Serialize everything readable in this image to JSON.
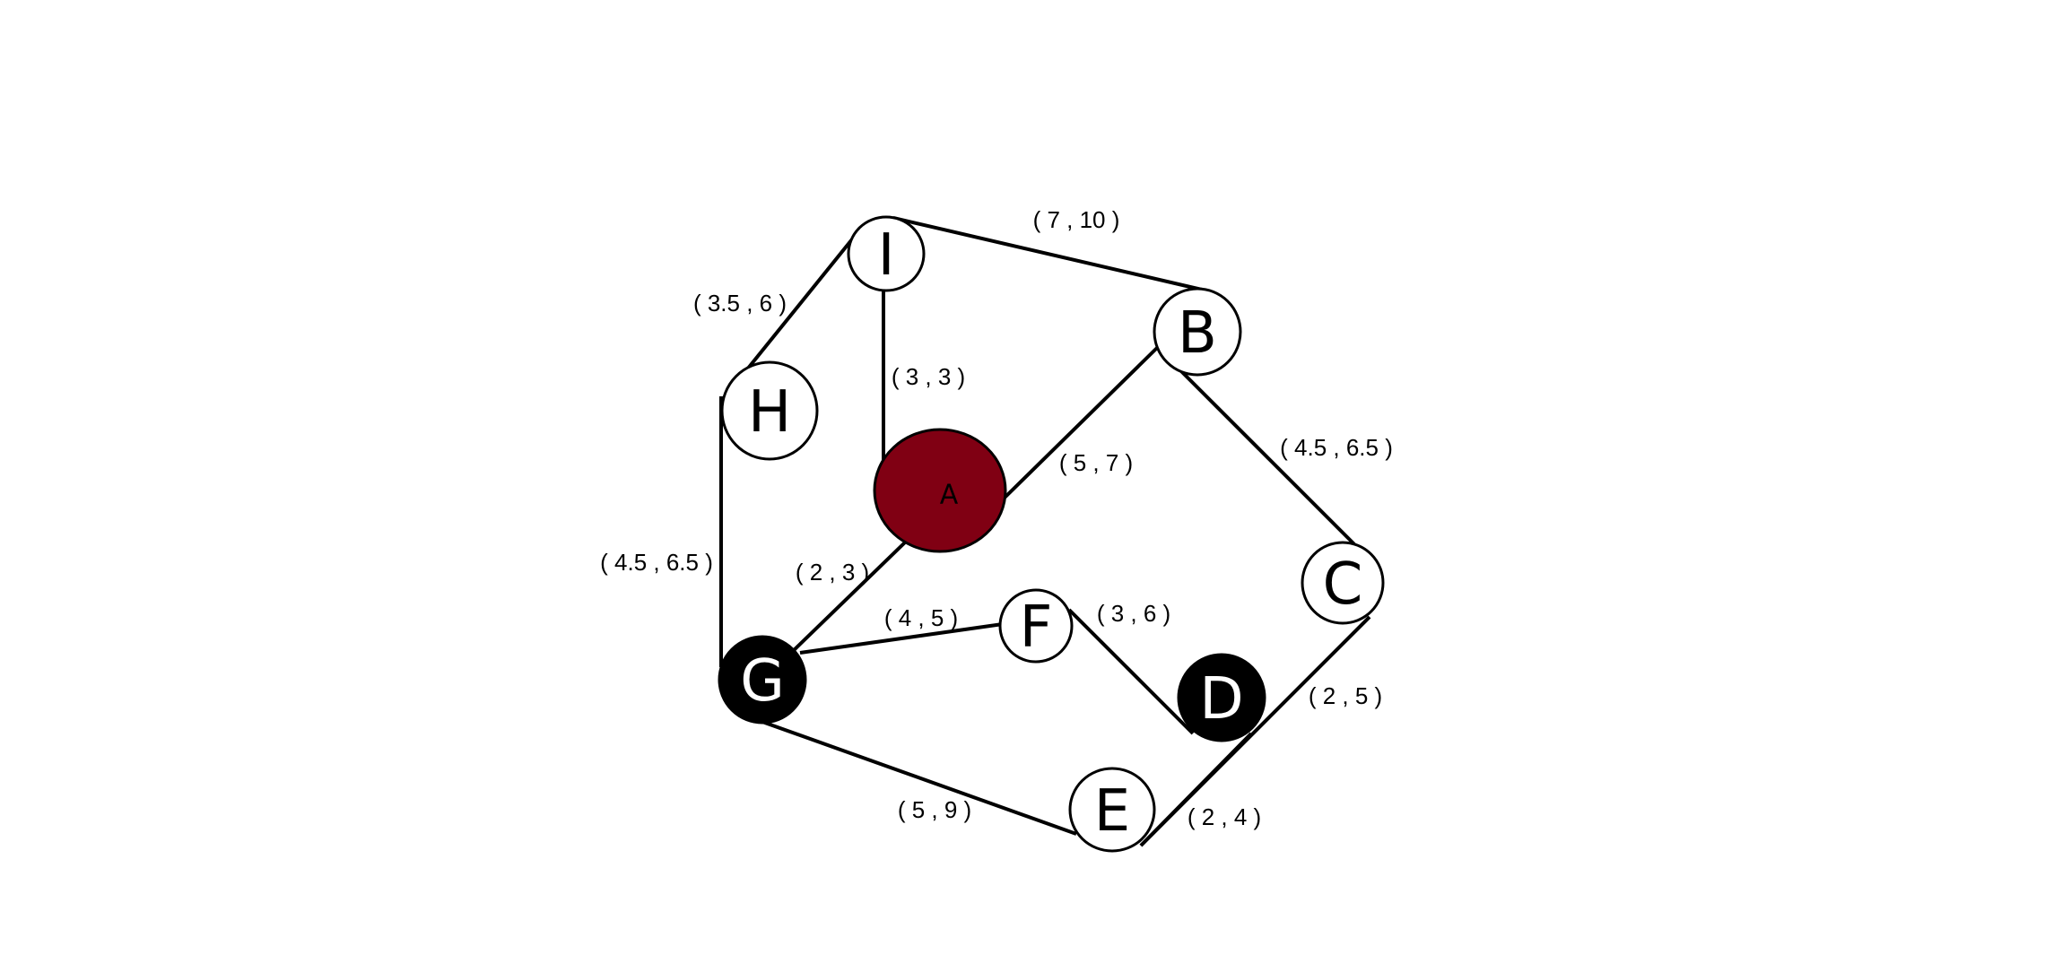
{
  "graph": {
    "nodes": [
      {
        "id": "I",
        "label": "I",
        "fill": "#ffffff",
        "text_color": "#000000"
      },
      {
        "id": "B",
        "label": "B",
        "fill": "#ffffff",
        "text_color": "#000000"
      },
      {
        "id": "H",
        "label": "H",
        "fill": "#ffffff",
        "text_color": "#000000"
      },
      {
        "id": "A",
        "label": "A",
        "fill": "#800013",
        "text_color": "#000000"
      },
      {
        "id": "C",
        "label": "C",
        "fill": "#ffffff",
        "text_color": "#000000"
      },
      {
        "id": "F",
        "label": "F",
        "fill": "#ffffff",
        "text_color": "#000000"
      },
      {
        "id": "G",
        "label": "G",
        "fill": "#000000",
        "text_color": "#ffffff"
      },
      {
        "id": "D",
        "label": "D",
        "fill": "#000000",
        "text_color": "#ffffff"
      },
      {
        "id": "E",
        "label": "E",
        "fill": "#ffffff",
        "text_color": "#000000"
      }
    ],
    "edges": [
      {
        "from": "I",
        "to": "B",
        "label": "( 7 , 10 )"
      },
      {
        "from": "I",
        "to": "H",
        "label": "( 3.5 , 6 )"
      },
      {
        "from": "I",
        "to": "A",
        "label": "( 3 , 3 )"
      },
      {
        "from": "B",
        "to": "A",
        "label": "( 5 ,  7 )"
      },
      {
        "from": "B",
        "to": "C",
        "label": "( 4.5 , 6.5 )"
      },
      {
        "from": "H",
        "to": "G",
        "label": "( 4.5 , 6.5 )"
      },
      {
        "from": "A",
        "to": "G",
        "label": "( 2 , 3 )"
      },
      {
        "from": "G",
        "to": "F",
        "label": "( 4 , 5 )"
      },
      {
        "from": "F",
        "to": "D",
        "label": "( 3 , 6 )"
      },
      {
        "from": "C",
        "to": "E",
        "label": "( 2 , 5 )"
      },
      {
        "from": "D",
        "to": "E",
        "label": "( 2 , 4 )"
      },
      {
        "from": "G",
        "to": "E",
        "label": "( 5 , 9 )"
      }
    ]
  }
}
